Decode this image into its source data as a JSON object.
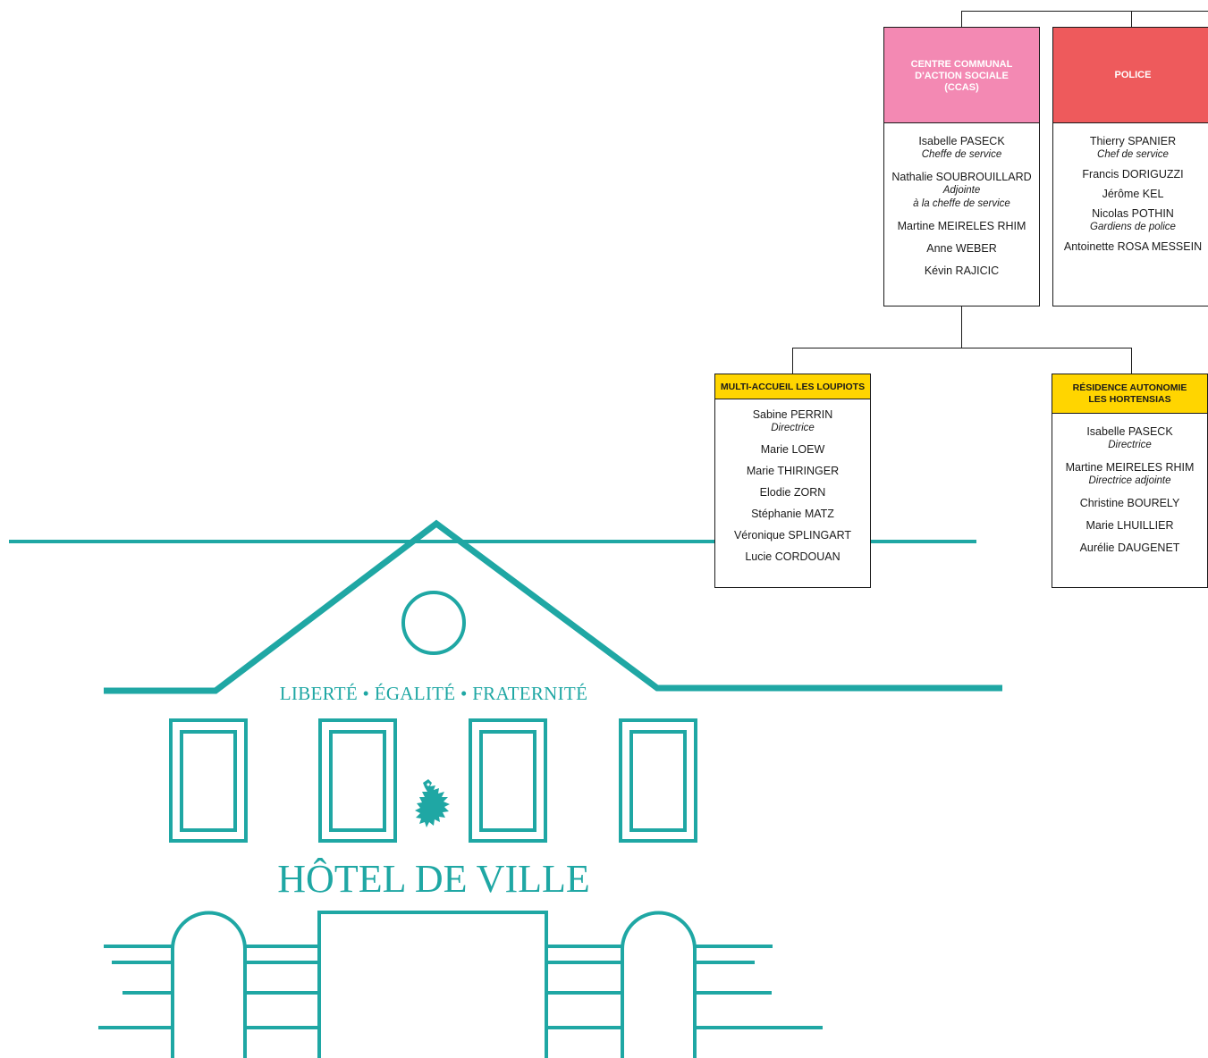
{
  "colors": {
    "teal": "#1fa7a4",
    "ccas_header": "#f389b3",
    "police_header": "#ee5a5c",
    "yellow_header": "#ffd500",
    "line": "#1a1a1a"
  },
  "org_chart": {
    "ccas": {
      "title": "CENTRE COMMUNAL\nD'ACTION SOCIALE\n(CCAS)",
      "members": [
        {
          "name": "Isabelle PASECK",
          "role": "Cheffe de service"
        },
        {
          "name": "Nathalie SOUBROUILLARD",
          "role": "Adjointe\nà la cheffe de service"
        },
        {
          "name": "Martine MEIRELES RHIM"
        },
        {
          "name": "Anne WEBER"
        },
        {
          "name": "Kévin RAJICIC"
        }
      ]
    },
    "police": {
      "title": "POLICE",
      "members": [
        {
          "name": "Thierry SPANIER",
          "role": "Chef de service"
        },
        {
          "name": "Francis DORIGUZZI"
        },
        {
          "name": "Jérôme KEL"
        },
        {
          "name": "Nicolas POTHIN",
          "role": "Gardiens de police"
        },
        {
          "name": "Antoinette ROSA MESSEIN"
        }
      ]
    },
    "multi_accueil": {
      "title": "MULTI-ACCUEIL LES LOUPIOTS",
      "members": [
        {
          "name": "Sabine PERRIN",
          "role": "Directrice"
        },
        {
          "name": "Marie LOEW"
        },
        {
          "name": "Marie THIRINGER"
        },
        {
          "name": "Elodie ZORN"
        },
        {
          "name": "Stéphanie MATZ"
        },
        {
          "name": "Véronique SPLINGART"
        },
        {
          "name": "Lucie CORDOUAN"
        }
      ]
    },
    "residence": {
      "title": "RÉSIDENCE AUTONOMIE\nLES HORTENSIAS",
      "members": [
        {
          "name": "Isabelle PASECK",
          "role": "Directrice"
        },
        {
          "name": "Martine MEIRELES RHIM",
          "role": "Directrice adjointe"
        },
        {
          "name": "Christine BOURELY"
        },
        {
          "name": "Marie LHUILLIER"
        },
        {
          "name": "Aurélie DAUGENET"
        }
      ]
    }
  },
  "building": {
    "motto": "LIBERTÉ • ÉGALITÉ • FRATERNITÉ",
    "title": "HÔTEL DE VILLE",
    "emblem_icon": "heraldic-lion-icon"
  }
}
